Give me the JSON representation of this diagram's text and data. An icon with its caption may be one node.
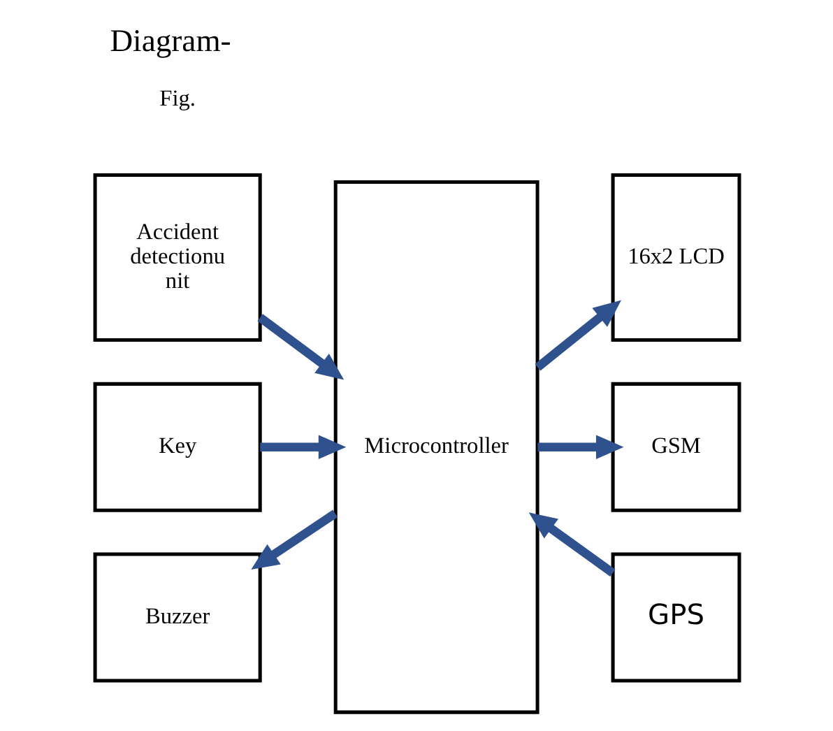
{
  "diagram": {
    "title": "Diagram-",
    "nodes": [
      {
        "text": [
          "Accident detectionu nit"
        ]
      },
      {
        "text": [
          "Key"
        ]
      },
      {
        "text": [
          "Buzzer"
        ]
      },
      {
        "text": [
          "Microcontroller"
        ]
      },
      {
        "text": [
          "16x2 LCD"
        ]
      },
      {
        "text": [
          "GSM"
        ]
      },
      {
        "text": [
          "GPS"
        ]
      }
    ],
    "edges": [
      {
        "from": 0,
        "to": 3,
        "arrow": "to"
      },
      {
        "from": 1,
        "to": 3,
        "arrow": "to"
      },
      {
        "from": 3,
        "to": 2,
        "arrow": "to"
      },
      {
        "from": 3,
        "to": 4,
        "arrow": "to"
      },
      {
        "from": 3,
        "to": 5,
        "arrow": "to"
      },
      {
        "from": 6,
        "to": 3,
        "arrow": "to"
      }
    ],
    "labels": [
      "Fig."
    ]
  }
}
